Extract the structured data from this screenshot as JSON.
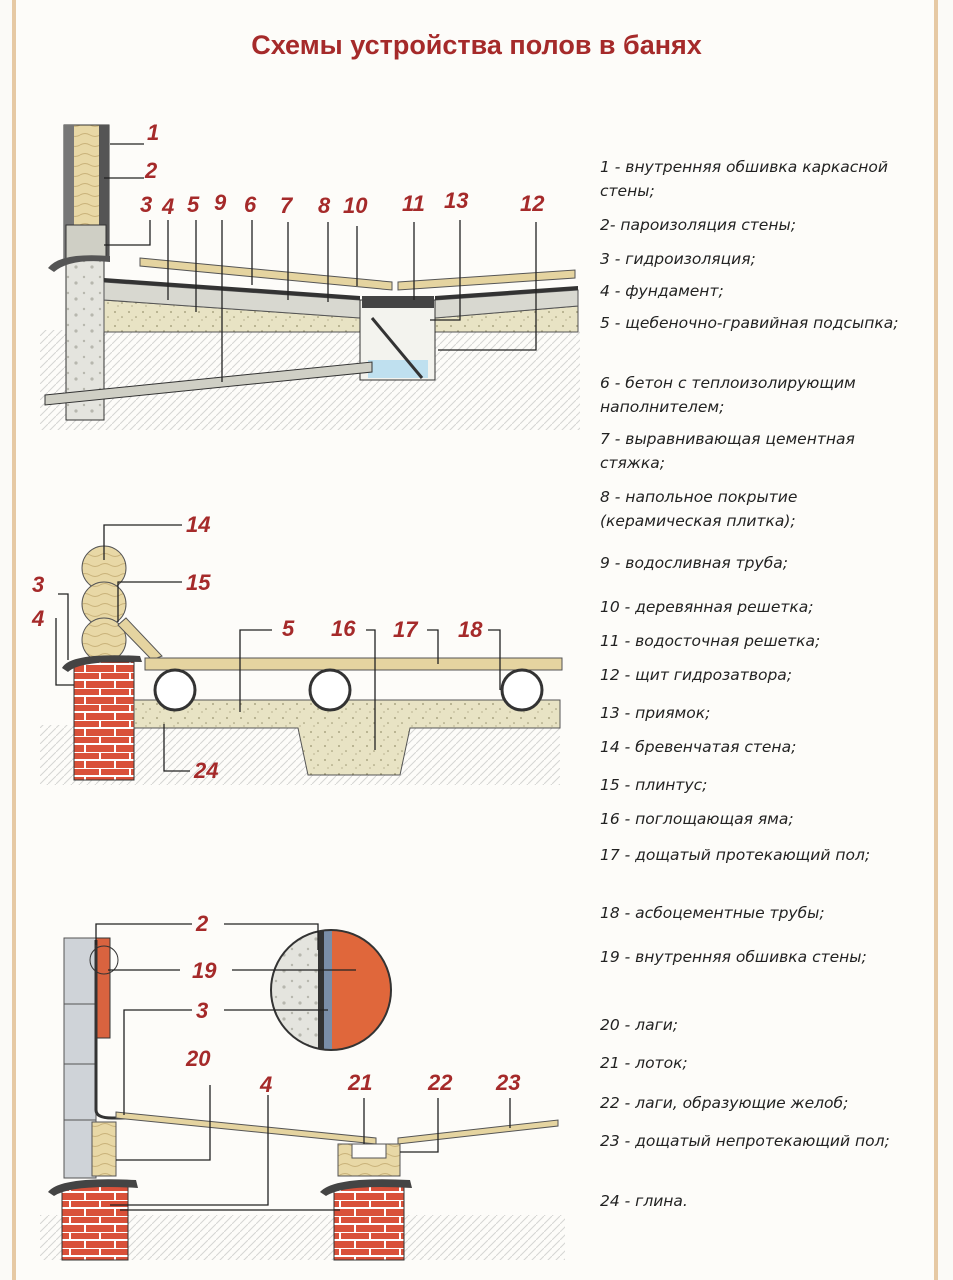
{
  "title": "Схемы устройства полов в банях",
  "callouts": {
    "d1": [
      "1",
      "2",
      "3",
      "4",
      "5",
      "9",
      "6",
      "7",
      "8",
      "10",
      "11",
      "13",
      "12"
    ],
    "d2": [
      "14",
      "15",
      "3",
      "4",
      "5",
      "16",
      "17",
      "18",
      "24"
    ],
    "d3": [
      "2",
      "19",
      "3",
      "20",
      "4",
      "21",
      "22",
      "23"
    ]
  },
  "legend": [
    "1 - внутренняя обшивка каркасной стены;",
    "2- пароизоляция стены;",
    "3 - гидроизоляция;",
    "4 - фундамент;",
    "5 - щебеночно-гравийная подсыпка;",
    "6 - бетон с теплоизолирующим наполнителем;",
    "7 - выравнивающая цементная стяжка;",
    "8 - напольное покрытие (керамическая плитка);",
    "9 - водосливная труба;",
    "10 - деревянная решетка;",
    "11 - водосточная решетка;",
    "12 - щит гидрозатвора;",
    "13 - приямок;",
    "14 - бревенчатая стена;",
    "15 - плинтус;",
    "16 - поглощающая яма;",
    "17 - дощатый протекающий пол;",
    "18 - асбоцементные трубы;",
    "19 - внутренняя обшивка стены;",
    "20 - лаги;",
    "21 - лоток;",
    "22 - лаги, образующие желоб;",
    "23 - дощатый непротекающий пол;",
    "24 - глина."
  ]
}
